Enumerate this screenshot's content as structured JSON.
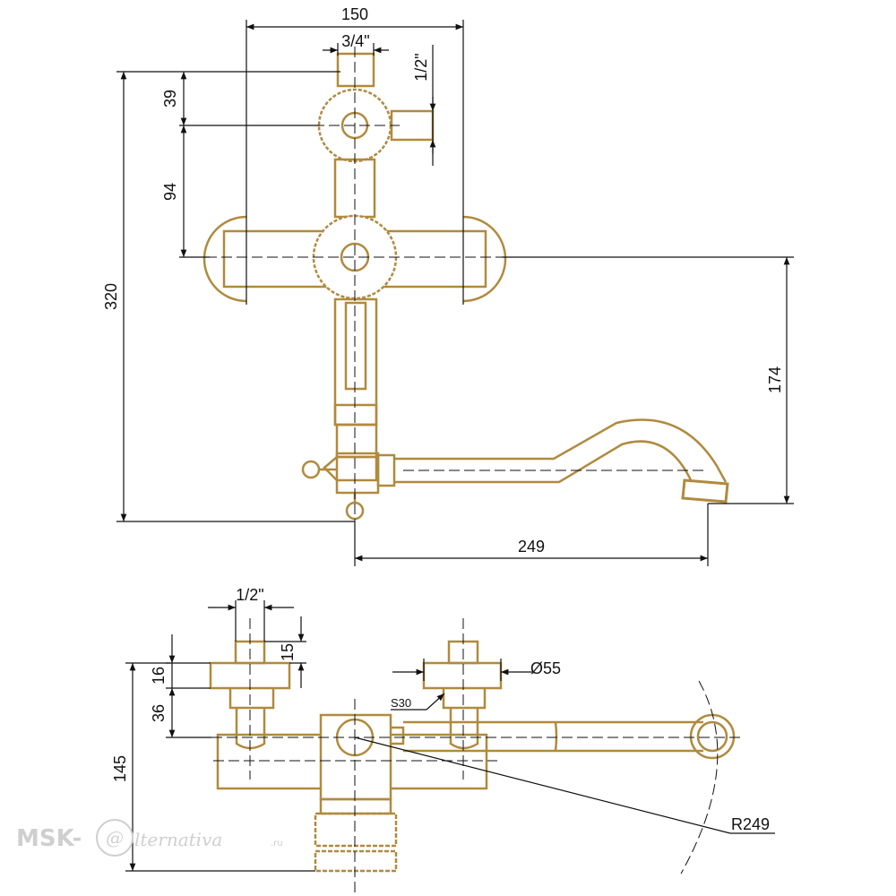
{
  "front_view": {
    "dims": {
      "width_total": "150",
      "inlet_top": "3/4\"",
      "inlet_side": "1/2\"",
      "offset_39": "39",
      "offset_94": "94",
      "height_total": "320",
      "spout_height": "174",
      "spout_reach": "249"
    }
  },
  "top_view": {
    "dims": {
      "inlet": "1/2\"",
      "d15": "15",
      "d16": "16",
      "d36": "36",
      "d145": "145",
      "diameter": "Ø55",
      "wrench": "S30",
      "radius": "R249"
    }
  },
  "watermark": {
    "prefix": "MSK-",
    "at": "@",
    "suffix": "lternativa",
    "tld": ".ru"
  },
  "colors": {
    "gold": "#b08a3e",
    "dim_line": "#111111",
    "watermark": "#cfcfcf"
  }
}
